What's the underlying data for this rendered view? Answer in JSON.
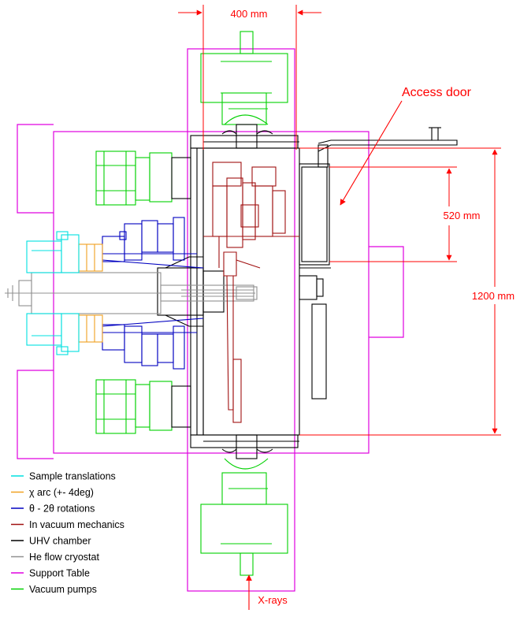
{
  "annotations": {
    "width_label": "400 mm",
    "access_door": "Access door",
    "door_height": "520 mm",
    "total_height": "1200 mm",
    "xrays": "X-rays"
  },
  "legend": [
    {
      "label": "Sample translations",
      "color": "#00e0e0"
    },
    {
      "label": "χ arc (+- 4deg)",
      "color": "#f0a020"
    },
    {
      "label": "θ - 2θ rotations",
      "color": "#0000c0"
    },
    {
      "label": "In vacuum mechanics",
      "color": "#a01010"
    },
    {
      "label": "UHV chamber",
      "color": "#000000"
    },
    {
      "label": "He flow cryostat",
      "color": "#909090"
    },
    {
      "label": "Support Table",
      "color": "#e000e0"
    },
    {
      "label": "Vacuum pumps",
      "color": "#00d000"
    }
  ],
  "colors": {
    "dimension": "#ff0000",
    "sample": "#00e0e0",
    "chi": "#f0a020",
    "theta": "#0000c0",
    "invacuum": "#a01010",
    "chamber": "#000000",
    "cryo": "#909090",
    "table": "#e000e0",
    "pumps": "#00d000"
  }
}
